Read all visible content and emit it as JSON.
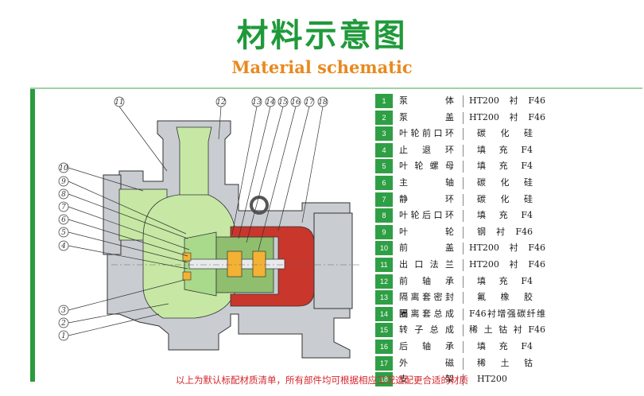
{
  "title_cn": "材料示意图",
  "title_en": "Material schematic",
  "note": "以上为默认标配材质清单，所有部件均可根据相应工况选配更合适的材质",
  "colors": {
    "brand_green": "#2a9b3e",
    "title_orange": "#e8891e",
    "note_red": "#d4262c",
    "pump_grey": "#c9cdd2",
    "liner_green": "#c6e8a4",
    "magnet_red": "#c9362c",
    "bearing_orange": "#f3b233"
  },
  "callouts": [
    "1",
    "2",
    "3",
    "4",
    "5",
    "6",
    "7",
    "8",
    "9",
    "10",
    "11",
    "12",
    "13",
    "14",
    "15",
    "16",
    "17",
    "18"
  ],
  "parts": [
    {
      "no": "1",
      "name": "泵体",
      "material": "HT200衬F46"
    },
    {
      "no": "2",
      "name": "泵盖",
      "material": "HT200衬F46"
    },
    {
      "no": "3",
      "name": "叶轮前口环",
      "material": "碳化硅"
    },
    {
      "no": "4",
      "name": "止退环",
      "material": "填充F4"
    },
    {
      "no": "5",
      "name": "叶轮螺母",
      "material": "填充F4"
    },
    {
      "no": "6",
      "name": "主轴",
      "material": "碳化硅"
    },
    {
      "no": "7",
      "name": "静环",
      "material": "碳化硅"
    },
    {
      "no": "8",
      "name": "叶轮后口环",
      "material": "填充F4"
    },
    {
      "no": "9",
      "name": "叶轮",
      "material": "钢衬F46"
    },
    {
      "no": "10",
      "name": "前盖",
      "material": "HT200衬F46"
    },
    {
      "no": "11",
      "name": "出口法兰",
      "material": "HT200衬F46"
    },
    {
      "no": "12",
      "name": "前轴承",
      "material": "填充F4"
    },
    {
      "no": "13",
      "name": "隔离套密封圈",
      "material": "氟橡胶"
    },
    {
      "no": "14",
      "name": "隔离套总成",
      "material": "F46衬增强碳纤维"
    },
    {
      "no": "15",
      "name": "转子总成",
      "material": "稀土钴衬F46"
    },
    {
      "no": "16",
      "name": "后轴承",
      "material": "填充F4"
    },
    {
      "no": "17",
      "name": "外磁",
      "material": "稀土钴"
    },
    {
      "no": "18",
      "name": "支架",
      "material": "HT200"
    }
  ]
}
